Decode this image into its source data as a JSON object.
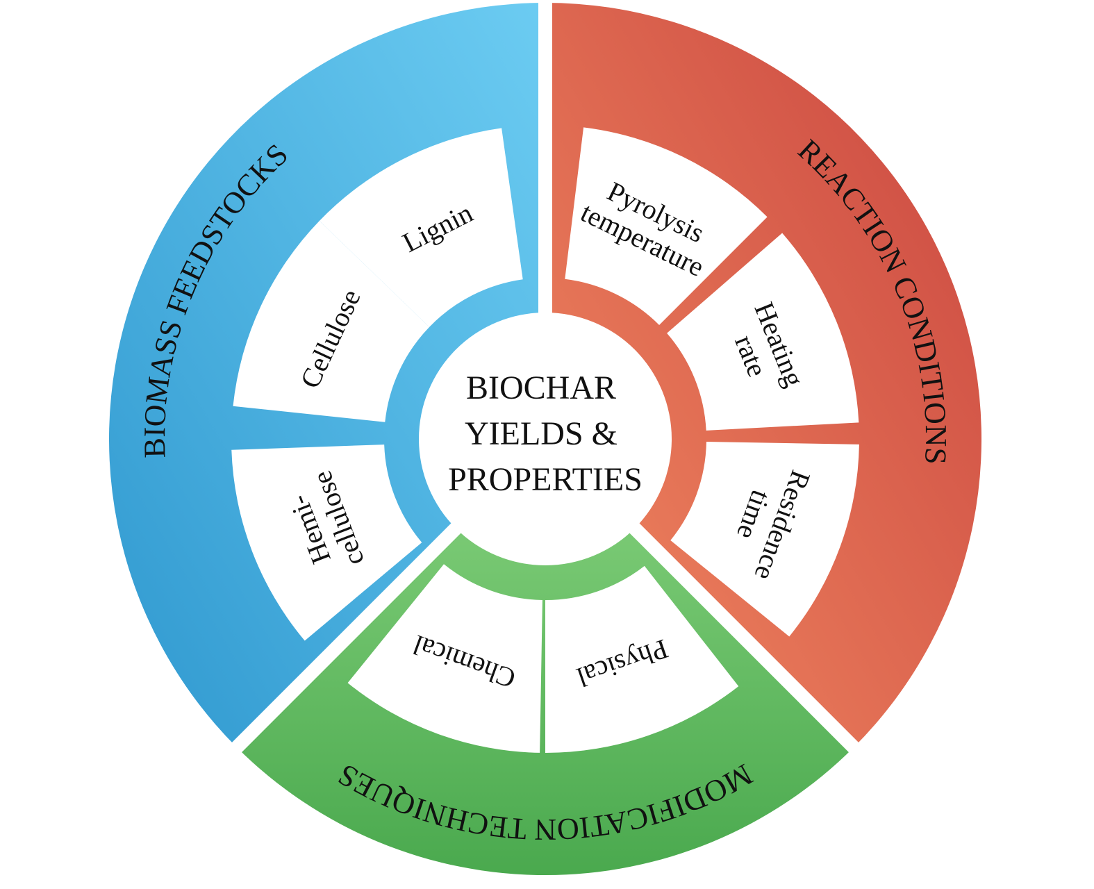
{
  "center": {
    "lines": [
      "BIOCHAR",
      "YIELDS &",
      "PROPERTIES"
    ]
  },
  "segments": [
    {
      "id": "biomass",
      "title": "BIOMASS FEEDSTOCKS",
      "color_a": "#2f98cf",
      "color_b": "#6cccf2",
      "items": [
        {
          "lines": [
            "Lignin"
          ]
        },
        {
          "lines": [
            "Cellulose"
          ]
        },
        {
          "lines": [
            "Hemi-",
            "cellulose"
          ]
        }
      ]
    },
    {
      "id": "reaction",
      "title": "REACTION CONDITIONS",
      "color_a": "#c9453f",
      "color_b": "#f28a62",
      "items": [
        {
          "lines": [
            "Pyrolysis",
            "temperature"
          ]
        },
        {
          "lines": [
            "Heating",
            "rate"
          ]
        },
        {
          "lines": [
            "Residence",
            "time"
          ]
        }
      ]
    },
    {
      "id": "modification",
      "title": "MODIFICATION TECHNIQUES",
      "color_a": "#4aa94e",
      "color_b": "#86d27e",
      "items": [
        {
          "lines": [
            "Physical"
          ]
        },
        {
          "lines": [
            "Chemical"
          ]
        }
      ]
    }
  ]
}
